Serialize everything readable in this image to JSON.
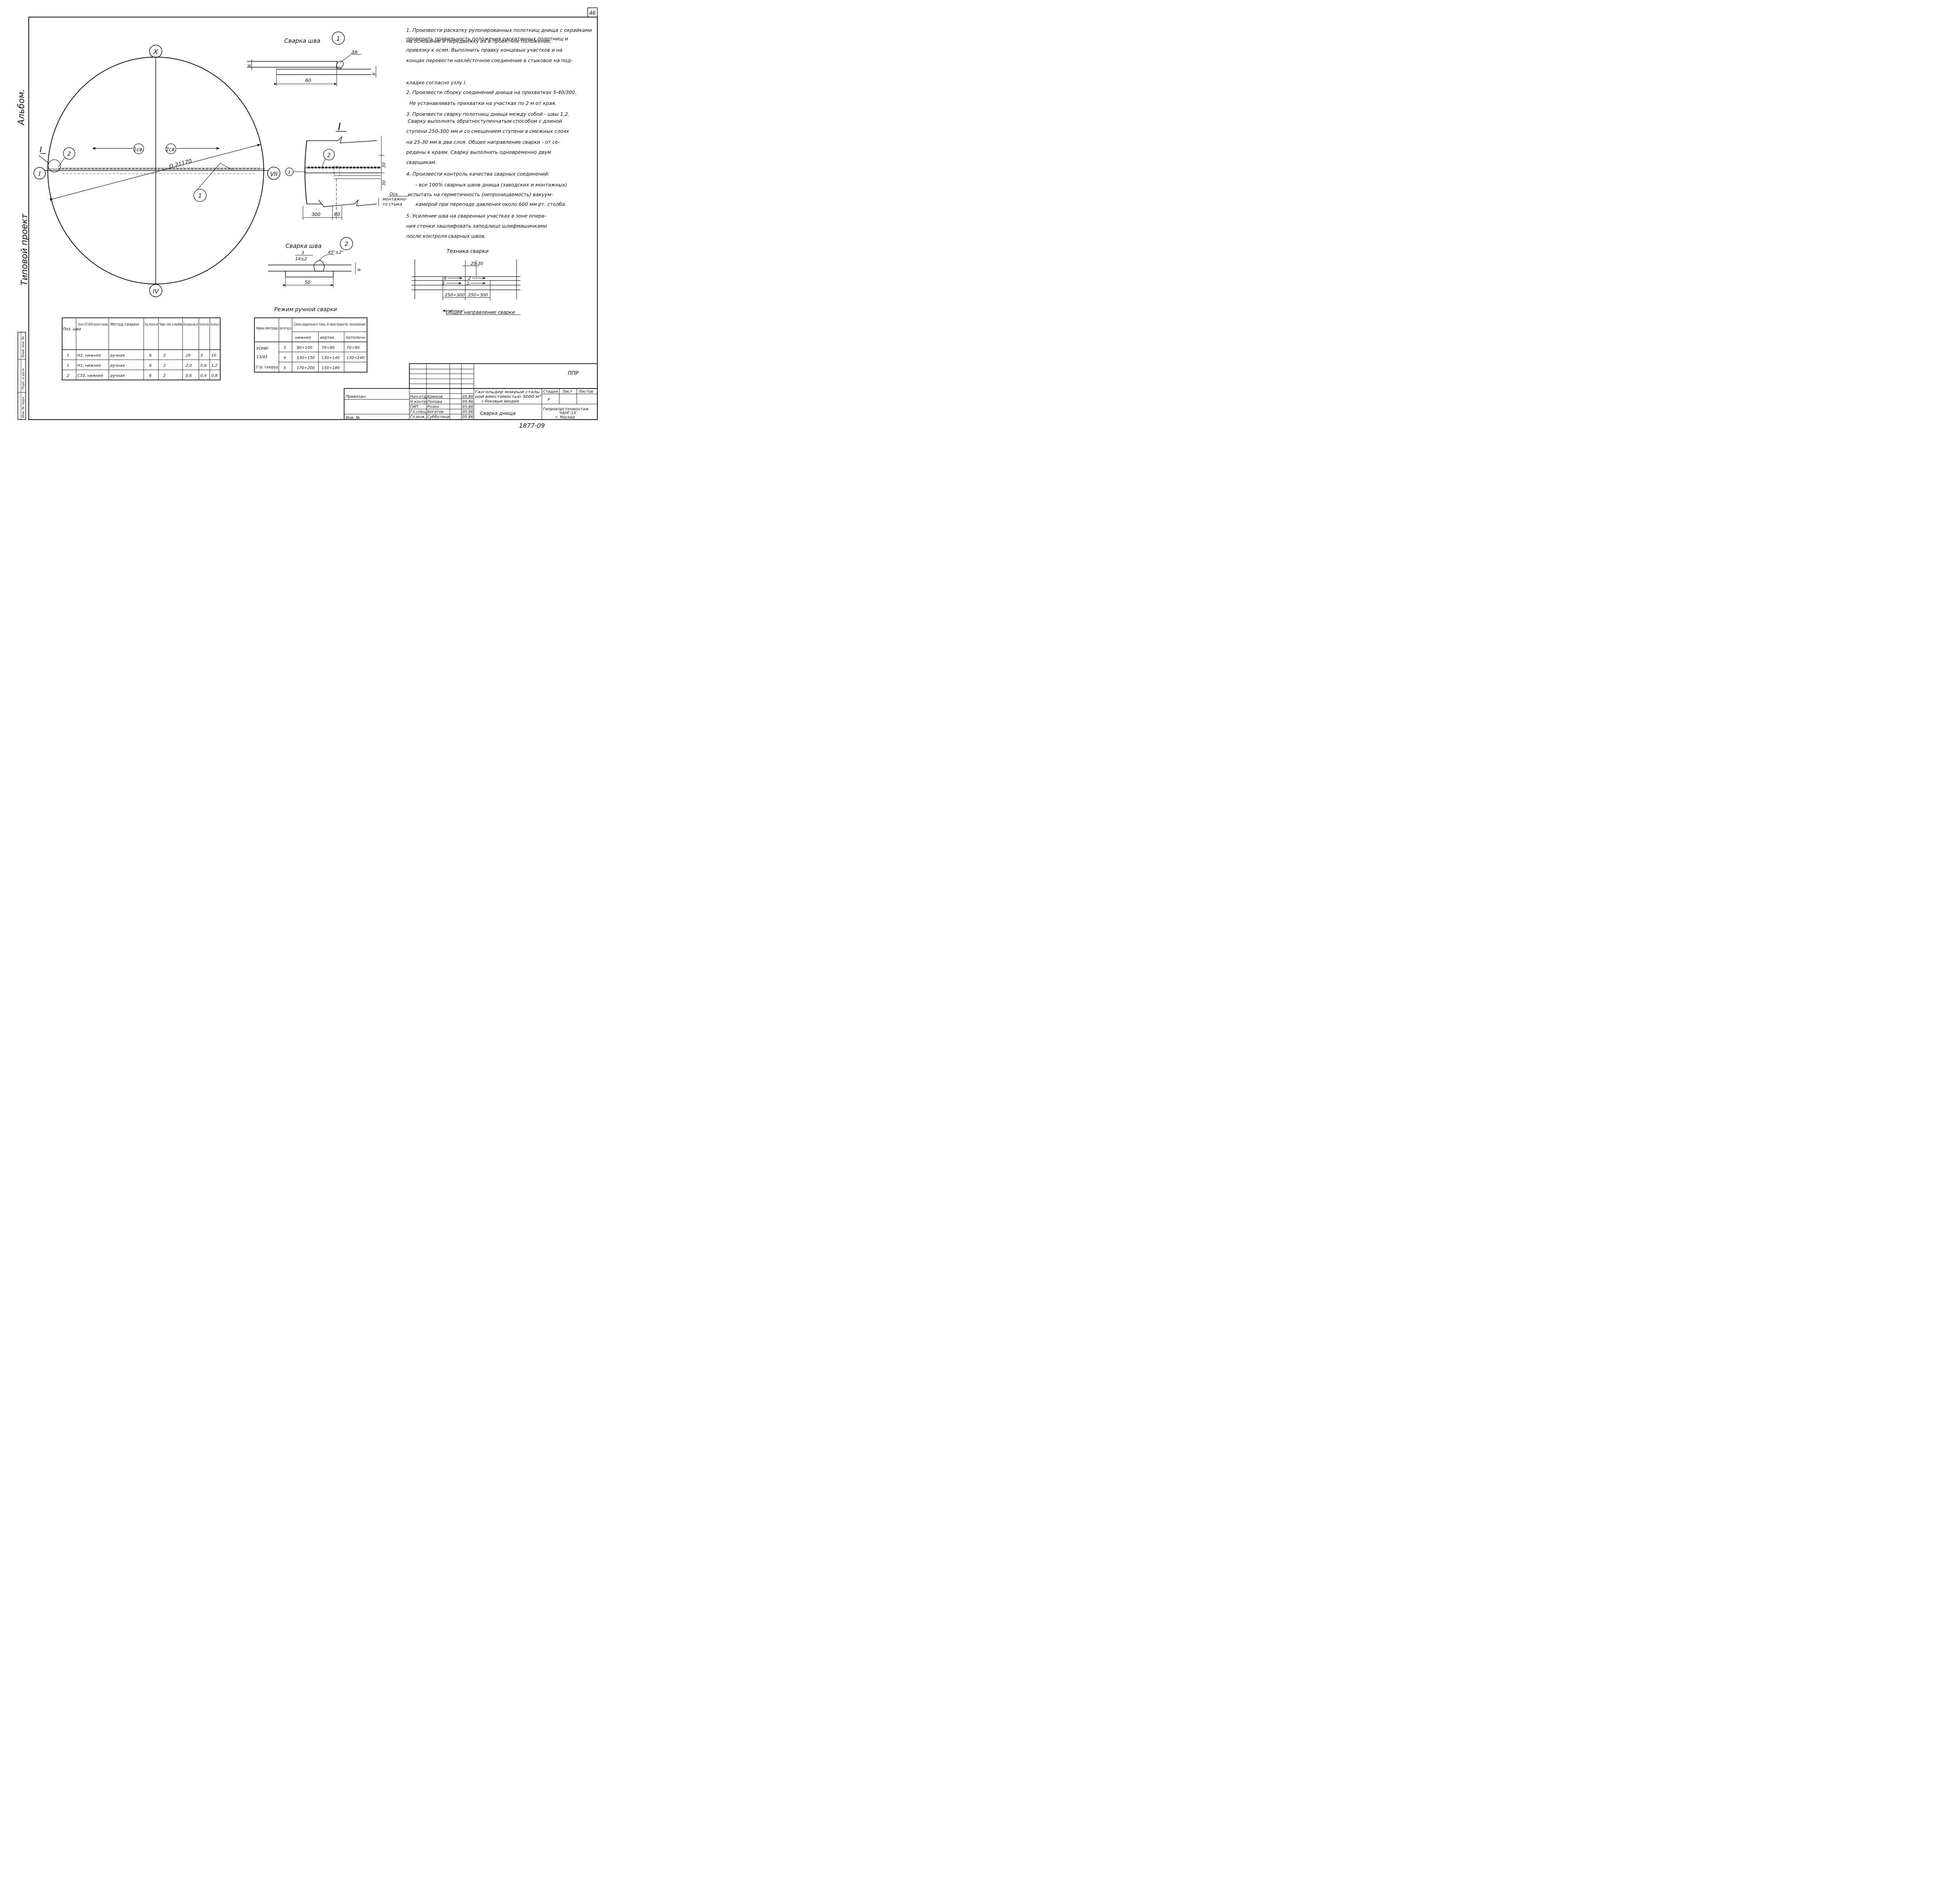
{
  "sheet": {
    "number": "46",
    "album": "Альбом.",
    "project": "Типовой проект"
  },
  "plan": {
    "axes": {
      "top": "X",
      "bottom": "IV",
      "left": "I",
      "right": "VII"
    },
    "section_mark": "I",
    "diameter": "D 21170",
    "seam_refs": [
      "1",
      "2"
    ],
    "directions": [
      "1св.",
      "2св."
    ]
  },
  "detail1": {
    "title": "Сварка шва",
    "number": "1",
    "thickness_top": "6",
    "thickness_bottom": "6",
    "width": "60",
    "weld": "Δ6"
  },
  "detailI": {
    "title": "I",
    "axis": "I",
    "seam": "2",
    "dim_top": "30",
    "dim_bottom": "30",
    "dim_300": "300",
    "dim_60": "60",
    "axis_wall": [
      "Ось",
      "монтажно-",
      "го стыка"
    ]
  },
  "detail2": {
    "title": "Сварка шва",
    "number": "2",
    "gap": "3",
    "depth": "14±2",
    "angle": "45°±2°",
    "thickness": "6",
    "width": "50"
  },
  "technique": {
    "title": "Техника сварки",
    "top_dim": "25-30",
    "passes": [
      "4",
      "2",
      "3",
      "1"
    ],
    "dims": [
      "250÷300",
      "250÷300"
    ],
    "direction_label": "Общее направление сварки"
  },
  "notes": [
    "1. Произвести раскатку рулонированных полотнищ днища с окрайками на основание и передвижку их в проектное положение,",
    "проверить правильность положения раскатанных полотнищ и",
    "привязку к осям. Выполнить правку концевых участков и на",
    "концах перевести нахлёсточное соединение в стыковое на под-",
    "кладке согласно узлу I.",
    "2. Произвести сборку соединений днища на прихватках 5-40/300.",
    "Не устанавливать прихватки на участках по 2 м от края.",
    "3. Произвести сварку полотнищ днища между собой - швы 1,2.",
    "Сварку выполнять обратноступенчатым способом с длиной",
    "ступени 250-300 мм и со смещением ступени в смежных слоях",
    "на 25-30 мм в два слоя. Общее направление сварки - от се-",
    "редины к краям. Сварку выполнять одновременно двум",
    "сварщикам.",
    "4. Произвести контроль качества сварных соединений:",
    "- все 100% сварных швов днища (заводских и монтажных)",
    "испытать на герметичность (непроницаемость) вакуум-",
    "камерой при перепаде давления около 600 мм рт. столба.",
    "5. Усиление шва на сваренных участках в зоне опира-",
    "ния стенки зашлифовать заподлицо шлифмашинками",
    "после контроля сварных швов."
  ],
  "weld_table": {
    "headers": [
      "Поз. шва",
      "Тип шва по ГОСТ 5264-80, пространств. положение",
      "Метод сварки",
      "Толщ. металла, мм",
      "Чис-ло слоёв",
      "Длина сварных швов, мм",
      "Масса наплавл. металла, кг",
      "Расход электро-дов, кг"
    ],
    "rows": [
      [
        "1",
        "Н1, нижнее",
        "ручная",
        "6",
        "2",
        "20",
        "5",
        "10"
      ],
      [
        "1",
        "Н1, нижнее",
        "ручная",
        "6",
        "2",
        "2,0",
        "0,6",
        "1,2"
      ],
      [
        "2",
        "С10, нижнее",
        "ручная",
        "6",
        "2",
        "0,6",
        "0,4",
        "0,8"
      ]
    ]
  },
  "mode_table": {
    "title": "Режим ручной сварки",
    "headers": [
      "Марка электрода",
      "Диам. элект-рода, мм",
      "Сила сварочного тока, А пространств. положение"
    ],
    "sub_headers": [
      "нижнее",
      "вертик.",
      "потолочн."
    ],
    "electrode": [
      "УОНИ-",
      "13/45",
      "2 гр. газоруд"
    ],
    "rows": [
      [
        "3",
        "80÷100",
        "70÷90",
        "70÷90"
      ],
      [
        "4",
        "130÷150",
        "130÷140",
        "130÷140"
      ],
      [
        "5",
        "170÷200",
        "150÷180",
        ""
      ]
    ]
  },
  "title_block": {
    "code": "ППР",
    "description": [
      "Газгольдер мокрый сталь-",
      "ной вместимостью 3000 м³",
      "с боковым вводом"
    ],
    "sheet_title": "Сварка днища",
    "stage_headers": [
      "Стадия",
      "Лист",
      "Листов"
    ],
    "stage": "Р",
    "org": [
      "Гипрокоргтехмонтаж",
      "ЧАНГ-1Х",
      "г. Москва"
    ],
    "roles": [
      "Нач.отд.",
      "Н.контр.",
      "ГИП",
      "Гл.спец.",
      "Гл.инж."
    ],
    "names": [
      "Крюков",
      "Попова",
      "Розен",
      "Богатов",
      "Субботина"
    ],
    "dates": [
      "05.86",
      "05.86",
      "05.86",
      "05.86",
      "05.86"
    ],
    "linked": "Привязан:",
    "inv": "Инв. №",
    "drawing_no": "1877-09"
  },
  "side_stamp": [
    "Инв. № подл.",
    "Подп. и дата",
    "Взам. инв. №"
  ]
}
